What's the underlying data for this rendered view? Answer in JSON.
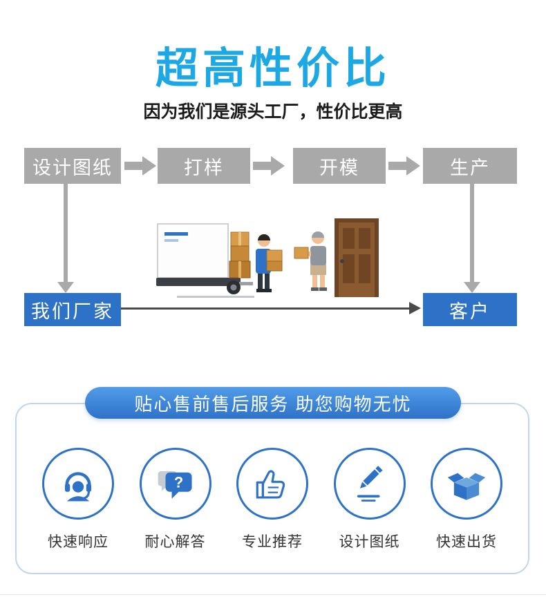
{
  "header": {
    "title": "超高性价比",
    "subtitle": "因为我们是源头工厂，性价比更高"
  },
  "flow": {
    "steps": [
      "设计图纸",
      "打样",
      "开模",
      "生产"
    ],
    "factory_label": "我们厂家",
    "customer_label": "客户"
  },
  "services": {
    "banner": "贴心售前售后服务 助您购物无忧",
    "items": [
      {
        "label": "快速响应",
        "icon": "headset-icon"
      },
      {
        "label": "耐心解答",
        "icon": "question-bubble-icon"
      },
      {
        "label": "专业推荐",
        "icon": "thumbs-up-icon"
      },
      {
        "label": "设计图纸",
        "icon": "pencil-icon"
      },
      {
        "label": "快速出货",
        "icon": "open-box-icon"
      }
    ]
  },
  "colors": {
    "title_cyan": "#1BA8E4",
    "step_gray": "#A9A9A9",
    "accent_blue": "#2E72C8",
    "banner_blue_top": "#519CE9",
    "panel_border": "#BFD7EE",
    "connector_dark": "#4A4A4A"
  }
}
